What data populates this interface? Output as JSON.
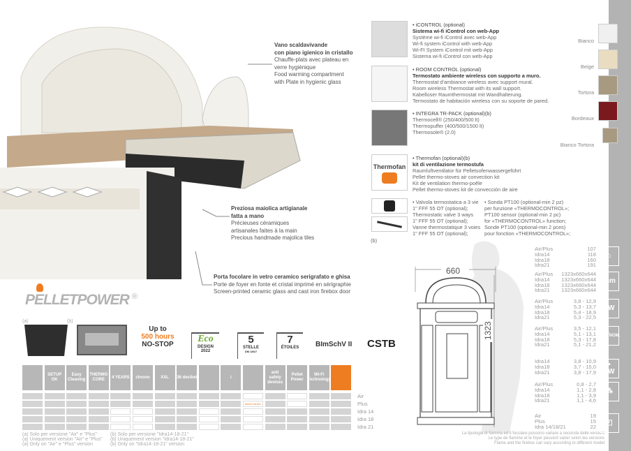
{
  "callouts": {
    "food": {
      "title1": "Vano scaldavivande",
      "title2": "con piano igienico in cristallo",
      "lines": [
        "Chauffe-plats avec plateau en",
        "verre hygiénique",
        "Food warming compartment",
        "with Plate in hygienic glass"
      ]
    },
    "majolica": {
      "title1": "Preziosa maiolica artigianale",
      "title2": "fatta a mano",
      "lines": [
        "Précieuses céramiques",
        "artisanales faites à la main",
        "Precious handmade majolica tiles"
      ]
    },
    "door": {
      "title": "Porta focolare in vetro ceramico serigrafato e ghisa",
      "lines": [
        "Porte de foyer en fonte et cristal imprimé en sérigraphie",
        "Screen-printed ceramic glass and cast iron firebox door"
      ]
    }
  },
  "options": [
    {
      "title": "• iCONTROL (optional)",
      "sub": "Sistema wi-fi iControl con web-App",
      "lines": [
        "Système wi-fi iControl avec web-App",
        "Wi-fi system iControl with web-App",
        "Wi-FI System iControl mit web-App",
        "Sistema wi-fi iControl con web-App"
      ]
    },
    {
      "title": "• ROOM CONTROL (optional)",
      "sub": "Termostato ambiente wireless con supporto a muro.",
      "lines": [
        "Thermostat d'ambiance wireless avec support mural.",
        "Room wireless Thermostat with its wall support.",
        "Kabelloser Raumthermostat mit Wandhalterung.",
        "Termostato de habitación wireless con su soporte de pared."
      ]
    },
    {
      "title": "• INTEGRA TR-PACK (optional)(b)",
      "sub": "",
      "lines": [
        "Thermocell® (250/400/500 lt)",
        "Thermopuffer (400/500/1500 lt)",
        "Thermosole® (2.0)"
      ]
    },
    {
      "title": "• Thermofan (optional)(b)",
      "sub": "kit di ventilazione termostufa",
      "lines": [
        "Raumluftventilator für Pelletsofenwassergeführt",
        "Pellet thermo-stoves air convection kit",
        "Kit de ventilation thermo-poêle",
        "Pellet thermo-stoves kit de convección de aire"
      ],
      "logo": "Thermofan"
    }
  ],
  "valve": {
    "lines": [
      "• Valvola termostatica a 3 vie",
      "1\" FFF 55 OT (optional);",
      "Thermostatic valve 3 ways",
      "1\" FFF 55 OT (optional);",
      "Vanne thermostatique 3 voies",
      "1\" FFF 55 OT (optional);"
    ]
  },
  "probe": {
    "lines": [
      "• Sonda PT100 (optional-min 2 pz)",
      "per funzione «THERMOCONTROL»;",
      "PT100 sensor (optional-min 2 pc)",
      "for «THERMOCONTROL» function;",
      "Sonde PT100 (optional-min 2 pces)",
      "pour fonction «THERMOCONTROL»;"
    ]
  },
  "b_note": "(b)",
  "colors": [
    {
      "label": "Bianco",
      "hex": "#f0f0f0"
    },
    {
      "label": "Beige",
      "hex": "#eadcc0"
    },
    {
      "label": "Tortora",
      "hex": "#a89a80"
    },
    {
      "label": "Bordeaux",
      "hex": "#7a1a1e"
    },
    {
      "label": "Bianco Tortora",
      "hex": "#a89a80"
    }
  ],
  "specs": [
    {
      "icon": "house",
      "rows": [
        [
          "Air/Plus",
          "107"
        ],
        [
          "Idra14",
          "118"
        ],
        [
          "Idra18",
          "160"
        ],
        [
          "Idra21",
          "191"
        ]
      ]
    },
    {
      "icon": "mm",
      "rows": [
        [
          "Air/Plus",
          "1323x660x644"
        ],
        [
          "Idra14",
          "1323x660x644"
        ],
        [
          "Idra18",
          "1323x660x644"
        ],
        [
          "Idra21",
          "1323x660x644"
        ]
      ]
    },
    {
      "icon": "kW",
      "rows": [
        [
          "Air/Plus",
          "3,8 - 12,9"
        ],
        [
          "Idra14",
          "5,3 - 13,7"
        ],
        [
          "Idra18",
          "5,4 - 18,9"
        ],
        [
          "Idra21",
          "5,3 - 22,5"
        ]
      ]
    },
    {
      "icon": "kW NOM.",
      "rows": [
        [
          "Air/Plus",
          "3,5 - 12,1"
        ],
        [
          "Idra14",
          "5,1 - 13,1"
        ],
        [
          "Idra18",
          "5,3 - 17,8"
        ],
        [
          "Idra21",
          "5,1 - 21,2"
        ]
      ]
    },
    {
      "icon": "water kW",
      "rows": [
        [
          "Idra14",
          "3,8 - 10,9"
        ],
        [
          "Idra18",
          "3,7 - 15,0"
        ],
        [
          "Idra21",
          "3,8 - 17,9"
        ]
      ]
    },
    {
      "icon": "pellet",
      "rows": [
        [
          "Air/Plus",
          "0,8 - 2,7"
        ],
        [
          "Idra14",
          "1,1 - 2,8"
        ],
        [
          "Idra18",
          "1,1 - 3,9"
        ],
        [
          "Idra21",
          "1,1 - 4,6"
        ]
      ]
    },
    {
      "icon": "tank",
      "rows": [
        [
          "Air",
          "19"
        ],
        [
          "Plus",
          "15"
        ],
        [
          "Idra 14/18/21",
          "22"
        ]
      ]
    }
  ],
  "spec_icon_labels": {
    "mm": "mm",
    "kw": "kW",
    "kwnom": "kW",
    "nom": "NOM.",
    "water": "kW"
  },
  "drawing": {
    "width": "660",
    "height": "1323"
  },
  "drawing_note": [
    "La tipologia di fiamma ed il focolare possono variare a seconda delle versioni",
    "Le type de flamme et le foyer peuvent varier selon les versions",
    "Flame and the firebox can vary according to different model"
  ],
  "brand": {
    "name": "PELLETPOWER",
    "reg": "®"
  },
  "burners": {
    "a": "(a)",
    "b": "(b)"
  },
  "badges": {
    "nostop": [
      "Up to",
      "500 hours",
      "NO-STOP"
    ],
    "eco": [
      "Eco",
      "DESIGN",
      "2022"
    ],
    "stelle": [
      "5",
      "STELLE",
      "DM 186/7"
    ],
    "etoiles": [
      "7",
      "ÉTOILES"
    ],
    "bimsch": "BImSchV II",
    "cstb": "CSTB"
  },
  "features": [
    "",
    "SETUP OK",
    "Easy Cleaning",
    "THERMO CORE",
    "4 YEARS",
    "chrono",
    "XXL",
    "36 decibel",
    "",
    "i",
    "",
    "anti safety devices",
    "Pellet Power",
    "Wi-Fi Technology",
    ""
  ],
  "feature_icons": [
    "flame-check",
    "setup-ok",
    "easy-cleaning",
    "thermocore",
    "4-years",
    "chrono",
    "xxl",
    "36-decibel",
    "remote",
    "info",
    "house-install",
    "safety-devices",
    "pellet-power",
    "wifi",
    "italy"
  ],
  "table": {
    "rows": [
      "Air",
      "Plus",
      "Idra 14",
      "Idra 18",
      "Idra 21"
    ],
    "cells": [
      [
        0,
        0,
        0,
        0,
        0,
        0,
        0,
        0,
        0,
        0,
        1,
        0,
        1,
        0,
        0
      ],
      [
        0,
        0,
        0,
        0,
        0,
        0,
        0,
        0,
        0,
        0,
        2,
        0,
        1,
        0,
        0
      ],
      [
        0,
        0,
        0,
        0,
        1,
        1,
        0,
        0,
        1,
        0,
        1,
        0,
        0,
        0,
        0
      ],
      [
        0,
        0,
        0,
        0,
        1,
        1,
        0,
        0,
        1,
        0,
        1,
        0,
        0,
        0,
        0
      ],
      [
        0,
        0,
        0,
        0,
        1,
        1,
        0,
        0,
        1,
        0,
        1,
        0,
        0,
        0,
        0
      ]
    ],
    "cell_note": "Idra14 Idra21"
  },
  "footnotes": {
    "a": [
      "(a) Solo per versione \"Air\" e \"Plus\"",
      "(a) Uniquement version \"Air\" e \"Plus\"",
      "(a) Only on \"Air\" e \"Plus\" version"
    ],
    "b": [
      "(b) Solo per versione \"Idra14-18-21\"",
      "(b) Uniquement version \"Idra14-18-21\"",
      "(b) Only on \"Idra14-18-21\" version"
    ]
  }
}
